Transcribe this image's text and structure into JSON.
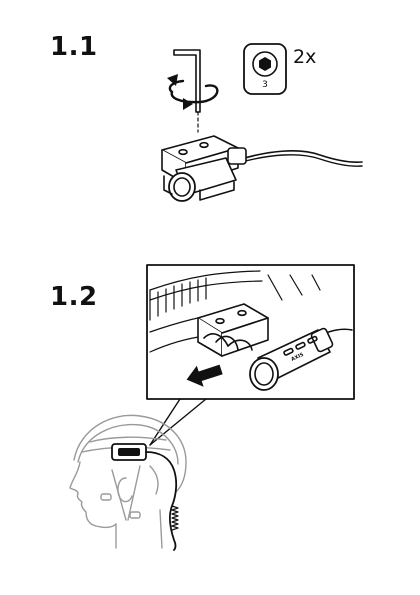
{
  "steps": [
    {
      "label": "1.1"
    },
    {
      "label": "1.2"
    }
  ],
  "hardware": {
    "tool_size": "3",
    "quantity": "2x"
  },
  "camera": {
    "brand": "AXIS"
  }
}
